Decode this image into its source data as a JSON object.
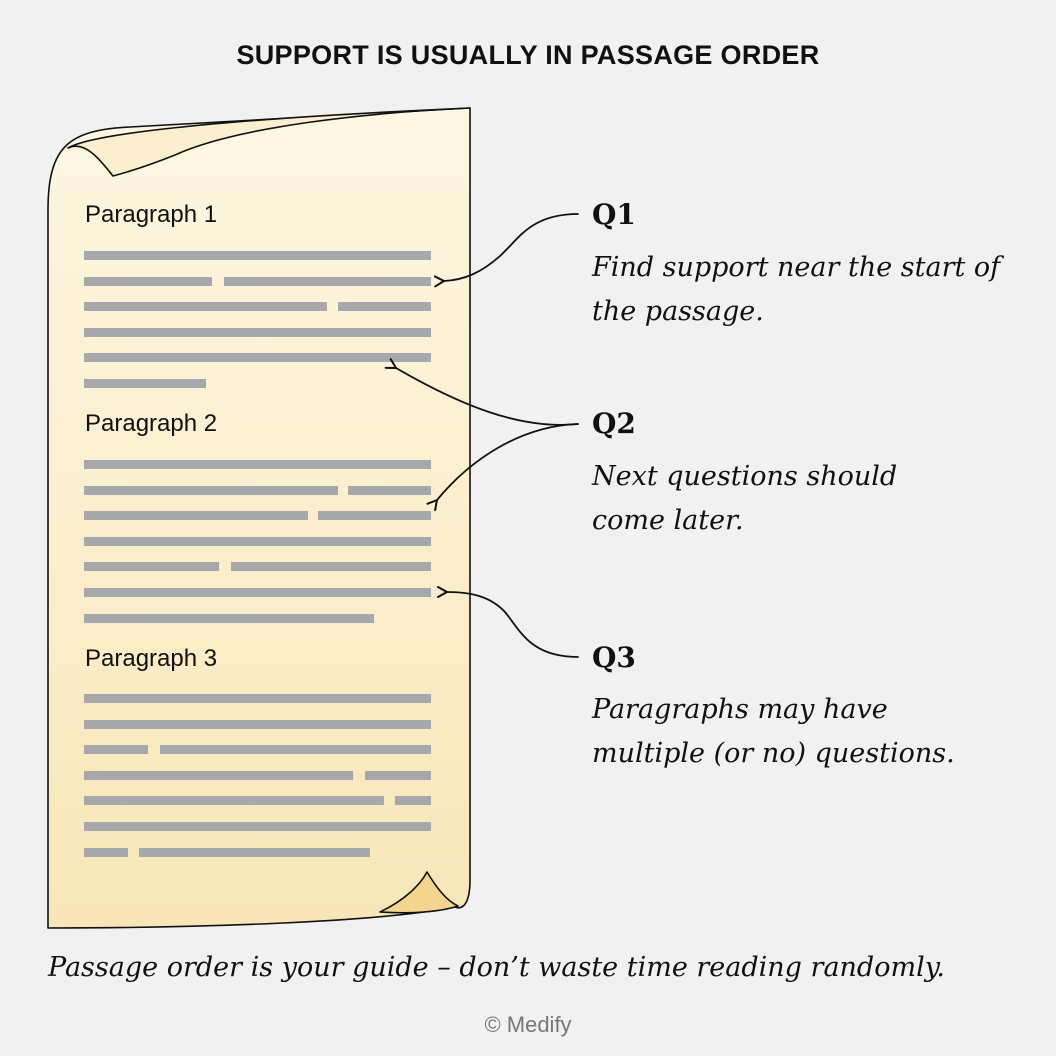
{
  "title": "SUPPORT IS USUALLY IN PASSAGE ORDER",
  "passage": {
    "paragraphs": [
      {
        "label": "Paragraph 1"
      },
      {
        "label": "Paragraph 2"
      },
      {
        "label": "Paragraph 3"
      }
    ]
  },
  "questions": [
    {
      "label": "Q1",
      "lines": [
        "Find support near the start of",
        "the passage."
      ]
    },
    {
      "label": "Q2",
      "lines": [
        "Next questions should",
        "come later."
      ]
    },
    {
      "label": "Q3",
      "lines": [
        "Paragraphs may have",
        "multiple (or no) questions."
      ]
    }
  ],
  "footer": {
    "note": "Passage order is your guide – don’t waste time reading randomly.",
    "copyright": "© Medify"
  },
  "colors": {
    "page_fill_top": "#fdf7e3",
    "page_fill_bottom": "#f8e6b8",
    "curl_fill": "#f3d58e",
    "text_line": "#a6a8ab",
    "stroke": "#111111",
    "background": "#f1f1f1"
  }
}
